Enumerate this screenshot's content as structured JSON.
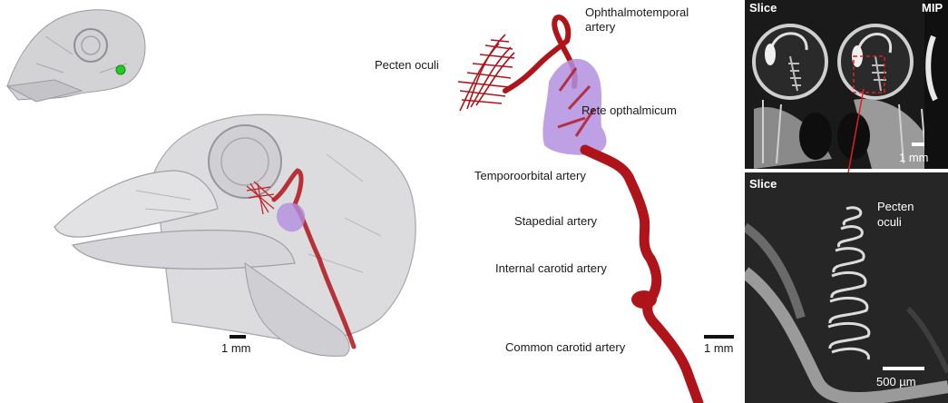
{
  "labels": {
    "pecten_oculi": "Pecten oculi",
    "ophthalmotemporal_artery_line1": "Ophthalmotemporal",
    "ophthalmotemporal_artery_line2": "artery",
    "rete_opthalmicum": "Rete opthalmicum",
    "temporoorbital_artery": "Temporoorbital artery",
    "stapedial_artery": "Stapedial artery",
    "internal_carotid_artery": "Internal carotid artery",
    "common_carotid_artery": "Common carotid artery"
  },
  "scale_bars": {
    "skull": "1 mm",
    "vessel": "1 mm",
    "slice_top": "1 mm",
    "slice_bottom": "500 µm"
  },
  "panels": {
    "top": {
      "title_left": "Slice",
      "title_right": "MIP"
    },
    "bottom": {
      "title": "Slice",
      "label_line1": "Pecten",
      "label_line2": "oculi"
    }
  },
  "colors": {
    "artery": "#b0141b",
    "rete": "#b38fe0",
    "skull": "#d9d9dc",
    "marker": "#22cc22"
  }
}
